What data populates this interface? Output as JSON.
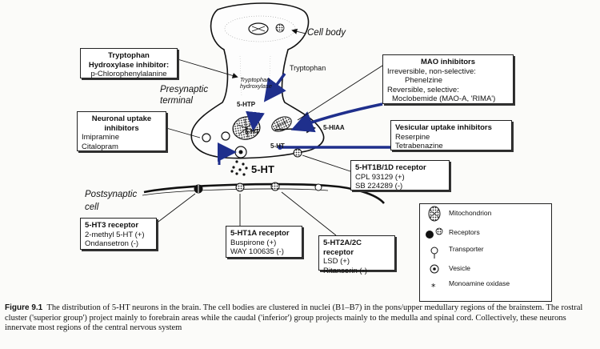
{
  "labels": {
    "cell_body": "Cell body",
    "presynaptic": "Presynaptic terminal",
    "tryptophan": "Tryptophan",
    "th_enzyme": "Tryptophan hydroxylase",
    "htp": "5-HTP",
    "ht_inside": "5-HT",
    "hiaa": "5-HIAA",
    "ht_vesicle": "5-HT",
    "ht_cleft": "5-HT",
    "postsynaptic": "Postsynaptic cell"
  },
  "boxes": {
    "tph": {
      "title": "Tryptophan Hydroxylase inhibitor:",
      "lines": [
        "p-Chlorophenylalanine"
      ]
    },
    "mao": {
      "title": "MAO inhibitors",
      "lines": [
        "Irreversible, non-selective:",
        "Phenelzine",
        "Reversible, selective:",
        "Moclobemide (MAO-A, 'RIMA')"
      ]
    },
    "neuronal": {
      "title": "Neuronal uptake inhibitors",
      "lines": [
        "Imipramine",
        "Citalopram"
      ]
    },
    "vesicular": {
      "title": "Vesicular uptake inhibitors",
      "lines": [
        "Reserpine",
        "Tetrabenazine"
      ]
    },
    "ht1bd": {
      "title": "5-HT1B/1D receptor",
      "lines": [
        "CPL 93129 (+)",
        "SB 224289 (-)"
      ]
    },
    "ht3": {
      "title": "5-HT3 receptor",
      "lines": [
        "2-methyl 5-HT (+)",
        "Ondansetron (-)"
      ]
    },
    "ht1a": {
      "title": "5-HT1A receptor",
      "lines": [
        "Buspirone (+)",
        "WAY 100635 (-)"
      ]
    },
    "ht2ac": {
      "title": "5-HT2A/2C receptor",
      "lines": [
        "LSD (+)",
        "Ritanserin (-)"
      ]
    }
  },
  "legend": {
    "items": [
      {
        "icon": "mitochondrion-icon",
        "label": "Mitochondrion"
      },
      {
        "icon": "receptor-icon",
        "label": "Receptors"
      },
      {
        "icon": "transporter-icon",
        "label": "Transporter"
      },
      {
        "icon": "vesicle-icon",
        "label": "Vesicle"
      },
      {
        "icon": "monoamine-oxidase-icon",
        "label": "Monoamine oxidase"
      }
    ]
  },
  "caption": {
    "figure_label": "Figure 9.1",
    "text": "The distribution of 5-HT neurons in the brain. The cell bodies are clustered in nuclei (B1–B7) in the pons/upper medullary regions of the brainstem. The rostral cluster ('superior group') project mainly to forebrain areas while the caudal ('inferior') group projects mainly to the medulla and spinal cord. Collectively, these neurons innervate most regions of the central nervous system"
  },
  "colors": {
    "ink": "#111111",
    "arrow_blue": "#1f2f8c",
    "paper": "#fbfbf9"
  }
}
